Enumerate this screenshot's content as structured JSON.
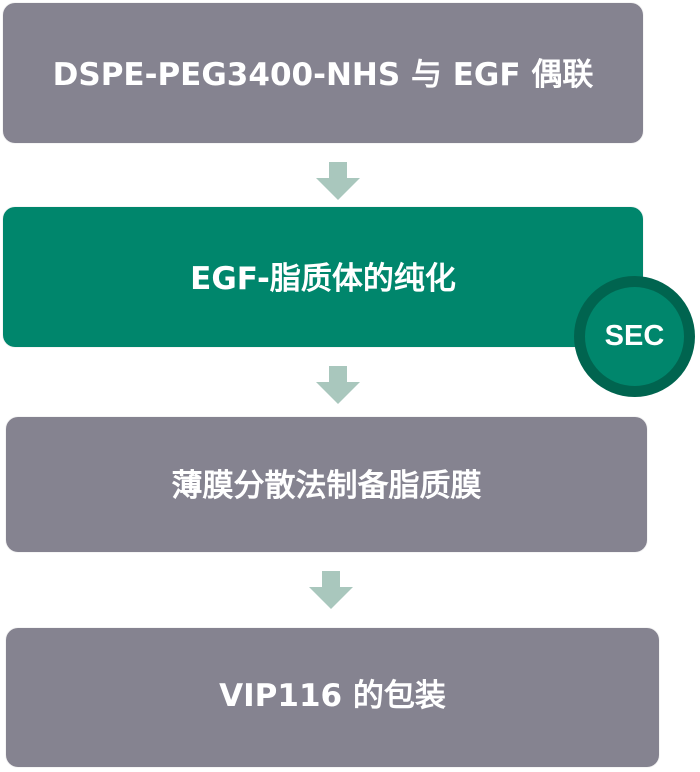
{
  "flowchart": {
    "steps": [
      {
        "label": "DSPE-PEG3400-NHS 与 EGF 偶联",
        "color": "#858390"
      },
      {
        "label": "EGF-脂质体的纯化",
        "color": "#00866c",
        "badge": "SEC"
      },
      {
        "label": "薄膜分散法制备脂质膜",
        "color": "#858390"
      },
      {
        "label": "VIP116 的包装",
        "color": "#858390"
      }
    ],
    "arrow_color": "#a9c7bd",
    "badge": {
      "label": "SEC",
      "ring_color": "#00644f",
      "fill_color": "#00866c"
    }
  }
}
